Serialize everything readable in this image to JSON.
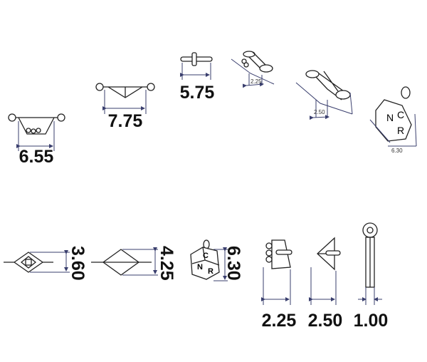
{
  "title": "Part dimension sheet",
  "top_row": [
    {
      "name": "clasp-three-beads",
      "dimension": "6.55"
    },
    {
      "name": "triangle-connector",
      "dimension": "7.75"
    },
    {
      "name": "bar-pin",
      "dimension": "5.75"
    }
  ],
  "isometric_views": [
    {
      "name": "bead-bar-iso",
      "dimension": "2.25"
    },
    {
      "name": "triangle-iso",
      "dimension": "2.50"
    },
    {
      "name": "ncr-charm-iso",
      "dimension": "6.30"
    }
  ],
  "bottom_row": [
    {
      "name": "diamond-framed",
      "dimension": "3.60"
    },
    {
      "name": "diamond-plain",
      "dimension": "4.25"
    },
    {
      "name": "ncr-cube-charm",
      "dimension": "6.30"
    },
    {
      "name": "bead-bar-side",
      "dimension": "2.25"
    },
    {
      "name": "triangle-side",
      "dimension": "2.50"
    },
    {
      "name": "loop-pin-side",
      "dimension": "1.00"
    }
  ],
  "charm_letters": [
    "N",
    "C",
    "R"
  ]
}
